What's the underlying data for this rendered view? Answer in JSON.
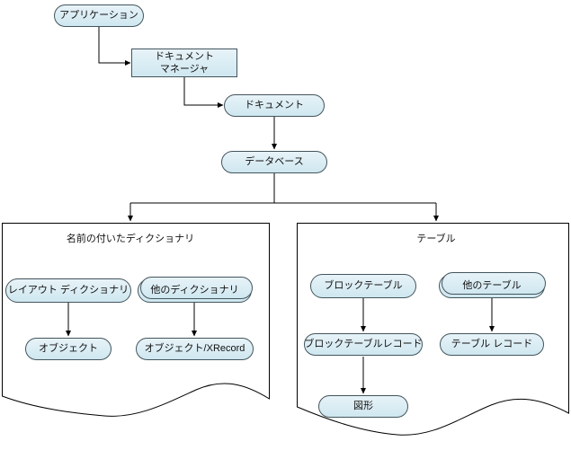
{
  "diagram": {
    "nodes": {
      "application": "アプリケーション",
      "document_manager_line1": "ドキュメント",
      "document_manager_line2": "マネージャ",
      "document": "ドキュメント",
      "database": "データベース",
      "layout_dictionary": "レイアウト ディクショナリ",
      "other_dictionaries": "他のディクショナリ",
      "object": "オブジェクト",
      "object_xrecord": "オブジェクト/XRecord",
      "block_table": "ブロックテーブル",
      "other_tables": "他のテーブル",
      "block_table_record": "ブロックテーブルレコード",
      "table_record": "テーブル レコード",
      "entity": "図形"
    },
    "containers": {
      "named_dictionaries": "名前の付いたディクショナリ",
      "tables": "テーブル"
    },
    "edges": [
      {
        "from": "application",
        "to": "document_manager"
      },
      {
        "from": "document_manager",
        "to": "document"
      },
      {
        "from": "document",
        "to": "database"
      },
      {
        "from": "database",
        "to": "named_dictionaries"
      },
      {
        "from": "database",
        "to": "tables"
      },
      {
        "from": "layout_dictionary",
        "to": "object"
      },
      {
        "from": "other_dictionaries",
        "to": "object_xrecord"
      },
      {
        "from": "block_table",
        "to": "block_table_record"
      },
      {
        "from": "block_table_record",
        "to": "entity"
      },
      {
        "from": "other_tables",
        "to": "table_record"
      }
    ],
    "colors": {
      "node_fill_top": "#e7f3f8",
      "node_fill_bottom": "#cfe7f0",
      "node_border": "#44555c",
      "connector": "#000000",
      "container_border": "#000000",
      "text": "#111111"
    }
  }
}
